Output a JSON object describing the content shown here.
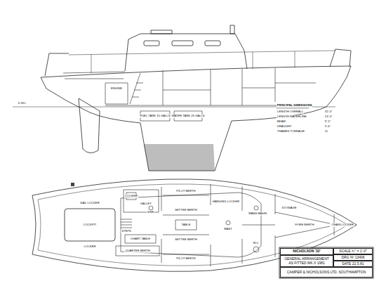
{
  "diagram": {
    "nodes": [
      {
        "text": [
          "NICHOLSON '32'"
        ]
      },
      {
        "text": [
          "GENERAL ARRANGEMENT AS FITTED MK.X 1981"
        ]
      },
      {
        "text": [
          "SCALE ¾\" = 1'-0\""
        ]
      },
      {
        "text": [
          "DRG Nº 13406"
        ]
      },
      {
        "text": [
          "DATE 22.5.81"
        ]
      },
      {
        "text": [
          "CAMPER & NICHOLSONS LTD. SOUTHAMPTON"
        ]
      }
    ],
    "labels": [
      "D.W.L.",
      "ENGINE",
      "FUEL TANK 15 GALLS",
      "WATER TANK 25 GALLS",
      "COCKPIT",
      "SAIL LOCKER",
      "LOCKER",
      "QUARTER BERTH",
      "CHART TABLE",
      "GALLEY",
      "COOKER",
      "SINK",
      "STEPS",
      "TABLE",
      "SETTEE BERTH",
      "SETTEE BERTH",
      "PILOT BERTH",
      "PILOT BERTH",
      "MAST",
      "HANGING LOCKER",
      "W.C.",
      "WASH BASIN",
      "STOWAGE",
      "FORE BERTH",
      "CHAIN LOCKER",
      "PRINCIPAL DIMENSIONS",
      "LENGTH OVERALL",
      "32'-0\"",
      "LENGTH WATERLINE",
      "24'-0\"",
      "BEAM",
      "9'-3\"",
      "DRAUGHT",
      "5'-6\"",
      "THAMES TONNAGE",
      "11"
    ]
  }
}
